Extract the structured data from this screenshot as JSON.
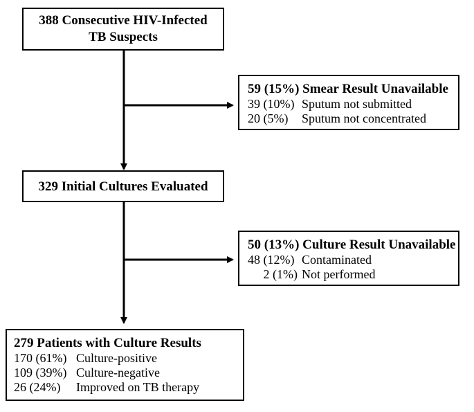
{
  "flowchart": {
    "start": {
      "line1": "388 Consecutive HIV-Infected",
      "line2": "TB Suspects"
    },
    "exclusion1": {
      "title": "59 (15%) Smear Result Unavailable",
      "rows": [
        {
          "count": "39 (10%)",
          "label": "Sputum not submitted"
        },
        {
          "count": "20 (5%)",
          "label": "Sputum not concentrated"
        }
      ]
    },
    "step2": {
      "title": "329 Initial Cultures Evaluated"
    },
    "exclusion2": {
      "title": "50 (13%) Culture Result Unavailable",
      "rows": [
        {
          "count": "48 (12%)",
          "label": "Contaminated"
        },
        {
          "count": "2 (1%)",
          "label": "Not performed"
        }
      ]
    },
    "final": {
      "title": "279 Patients with Culture Results",
      "rows": [
        {
          "count": "170 (61%)",
          "label": "Culture-positive"
        },
        {
          "count": "109 (39%)",
          "label": "Culture-negative"
        },
        {
          "count": "26 (24%)",
          "label": "Improved on TB therapy"
        }
      ]
    }
  }
}
